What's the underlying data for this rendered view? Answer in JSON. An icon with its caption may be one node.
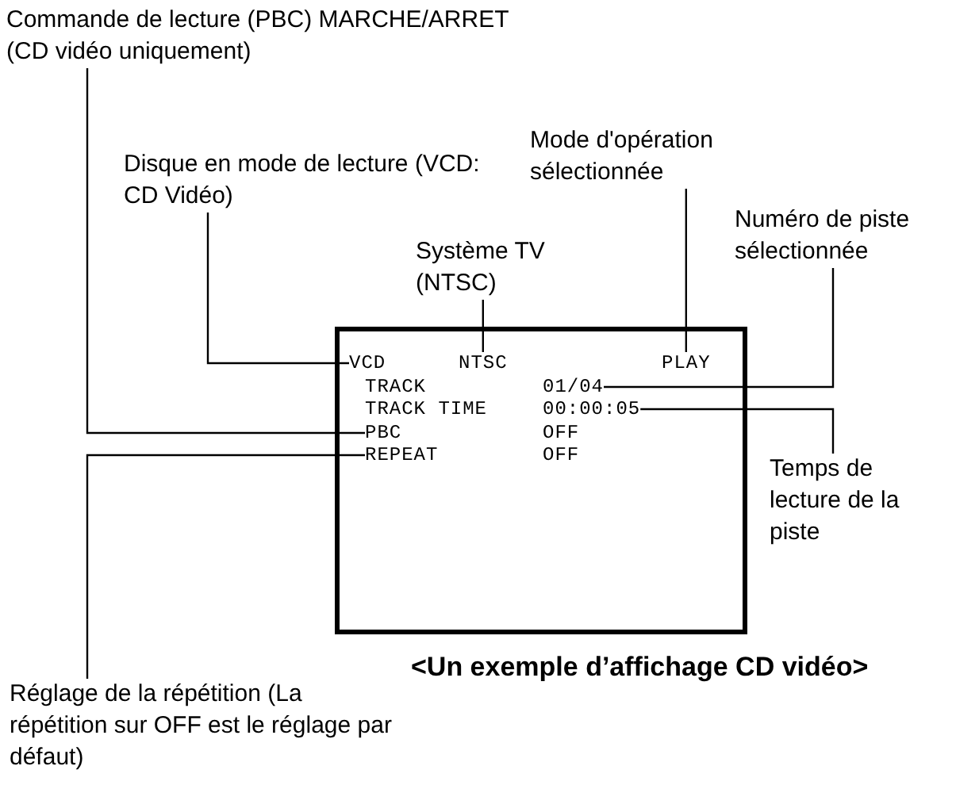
{
  "diagram": {
    "caption": "<Un exemple d’affichage CD vidéo>",
    "nodes": [
      {
        "text": [],
        "shape": "box"
      },
      {
        "text": [
          "VCD"
        ],
        "in": 0
      },
      {
        "text": [
          "NTSC"
        ],
        "in": 0
      },
      {
        "text": [
          "PLAY"
        ],
        "in": 0
      },
      {
        "text": [
          "TRACK"
        ],
        "in": 0
      },
      {
        "text": [
          "01/04"
        ],
        "in": 0
      },
      {
        "text": [
          "TRACK TIME"
        ],
        "in": 0
      },
      {
        "text": [
          "00:00:05"
        ],
        "in": 0
      },
      {
        "text": [
          "PBC"
        ],
        "in": 0
      },
      {
        "text": [
          "OFF"
        ],
        "in": 0
      },
      {
        "text": [
          "REPEAT"
        ],
        "in": 0
      },
      {
        "text": [
          "OFF"
        ],
        "in": 0
      },
      {
        "text": [
          "Commande de lecture (PBC) MARCHE/ARRET (CD vidéo uniquement)"
        ]
      },
      {
        "text": [
          "Disque en mode de lecture (VCD: CD Vidéo)"
        ]
      },
      {
        "text": [
          "Système TV (NTSC)"
        ]
      },
      {
        "text": [
          "Mode d'opération sélectionnée"
        ]
      },
      {
        "text": [
          "Numéro de piste sélectionnée"
        ]
      },
      {
        "text": [
          "Temps de lecture de la piste"
        ]
      },
      {
        "text": [
          "Réglage de la répétition (La répétition sur OFF est le réglage par défaut)"
        ]
      }
    ],
    "edges": [
      {
        "from": 12,
        "to": 8,
        "arrow": "none"
      },
      {
        "from": 13,
        "to": 1,
        "arrow": "none"
      },
      {
        "from": 14,
        "to": 2,
        "arrow": "none"
      },
      {
        "from": 15,
        "to": 3,
        "arrow": "none"
      },
      {
        "from": 16,
        "to": 5,
        "arrow": "none"
      },
      {
        "from": 17,
        "to": 7,
        "arrow": "none"
      },
      {
        "from": 18,
        "to": 10,
        "arrow": "none"
      }
    ]
  }
}
